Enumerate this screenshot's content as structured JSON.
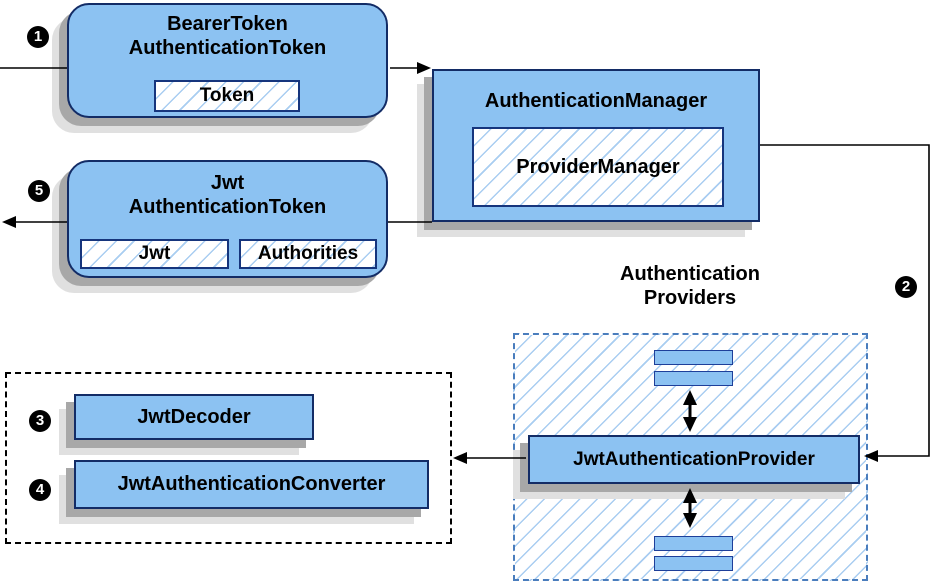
{
  "nodes": {
    "bearer": {
      "line1": "BearerToken",
      "line2": "AuthenticationToken",
      "field": "Token"
    },
    "manager": {
      "title": "AuthenticationManager",
      "field": "ProviderManager"
    },
    "jwt": {
      "line1": "Jwt",
      "line2": "AuthenticationToken",
      "field_jwt": "Jwt",
      "field_authorities": "Authorities"
    },
    "provider": {
      "label": "JwtAuthenticationProvider"
    },
    "decoder": {
      "label": "JwtDecoder"
    },
    "converter": {
      "label": "JwtAuthenticationConverter"
    }
  },
  "labels": {
    "providers_line1": "Authentication",
    "providers_line2": "Providers"
  },
  "steps": {
    "s1": "1",
    "s2": "2",
    "s3": "3",
    "s4": "4",
    "s5": "5"
  },
  "colors": {
    "node_fill": "#8cc2f2",
    "node_border": "#132c66",
    "hatch_line": "#a9cdf1",
    "group_dashed_border": "#4a7dbd",
    "group_dotted_border": "#000000",
    "shadow_dark": "#a8a8a8",
    "shadow_light": "#e0e0e0",
    "step_circle_bg": "#000000",
    "step_circle_fg": "#ffffff",
    "connector": "#000000"
  }
}
